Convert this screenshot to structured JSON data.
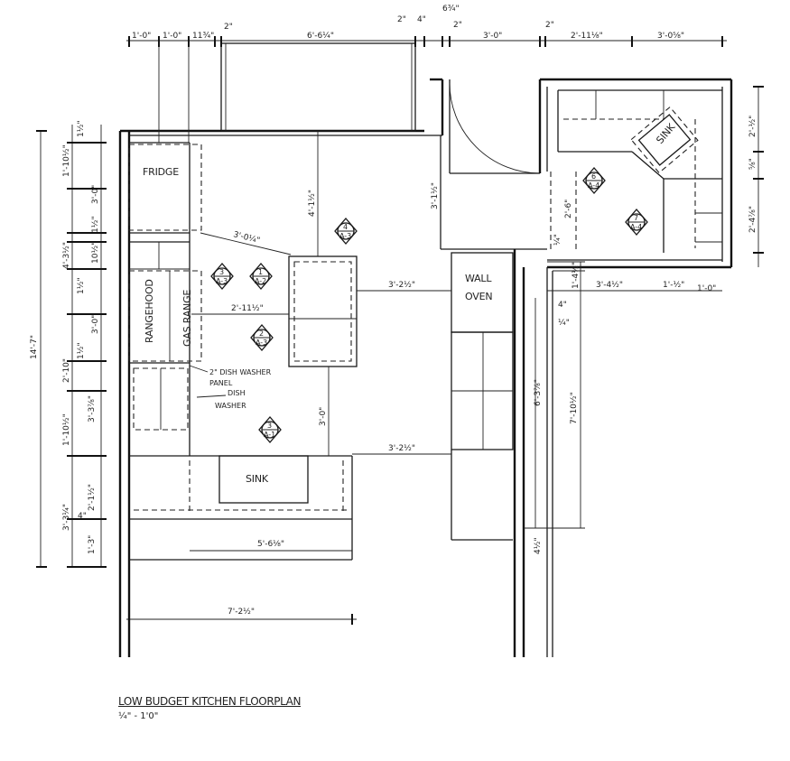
{
  "drawing": {
    "title": "LOW BUDGET KITCHEN FLOORPLAN",
    "scale": "¼\" - 1'0\""
  },
  "labels": {
    "fridge": "FRIDGE",
    "rangehood": "RANGEHOOD",
    "gas_range": "GAS RANGE",
    "sink_main": "SINK",
    "sink_corner": "SINK",
    "wall_oven_line1": "WALL",
    "wall_oven_line2": "OVEN",
    "dishwasher_panel_line1": "2\" DISH WASHER",
    "dishwasher_panel_line2": "PANEL",
    "dishwasher_line1": "DISH",
    "dishwasher_line2": "WASHER"
  },
  "dimensions": {
    "top": [
      "1'-0\"",
      "1'-0\"",
      "11¾\"",
      "2\"",
      "6'-6¼\"",
      "2\"",
      "4\"",
      "6¾\"",
      "2\"",
      "3'-0\"",
      "2\"",
      "2'-11⅛\"",
      "3'-0⅝\""
    ],
    "left_outer": "14'-7\"",
    "left": [
      "1½\"",
      "1'-10½\"",
      "3'-0\"",
      "1½\"",
      "4'-3½\"",
      "10½\"",
      "1½\"",
      "3'-0\"",
      "1½\"",
      "2'-10\"",
      "3'-3⅞\"",
      "1'-10½\"",
      "3'-3¼\"",
      "2'-1½\"",
      "4\"",
      "1'-3\""
    ],
    "interior": [
      "3'-0¼\"",
      "4'-1½\"",
      "2'-11½\"",
      "3'-0\"",
      "3'-2½\"",
      "3'-2½\"",
      "3'-1½\"",
      "5'-6⅛\"",
      "7'-2½\""
    ],
    "right": [
      "2'-½\"",
      "⅝\"",
      "2'-4⅞\"",
      "2'-6\"",
      "¼\"",
      "1'-4½\"",
      "3'-4½\"",
      "1'-½\"",
      "1'-0\"",
      "4\"",
      "¼\"",
      "6'-3⅞\"",
      "7'-10½\"",
      "4½\""
    ]
  },
  "section_tags": [
    {
      "top": "3",
      "bottom": "A-3"
    },
    {
      "top": "1",
      "bottom": "A-2"
    },
    {
      "top": "2",
      "bottom": "A-3"
    },
    {
      "top": "4",
      "bottom": "A-3"
    },
    {
      "top": "3",
      "bottom": "A-1"
    },
    {
      "top": "6",
      "bottom": "A-4"
    },
    {
      "top": "7",
      "bottom": "A-4"
    }
  ]
}
